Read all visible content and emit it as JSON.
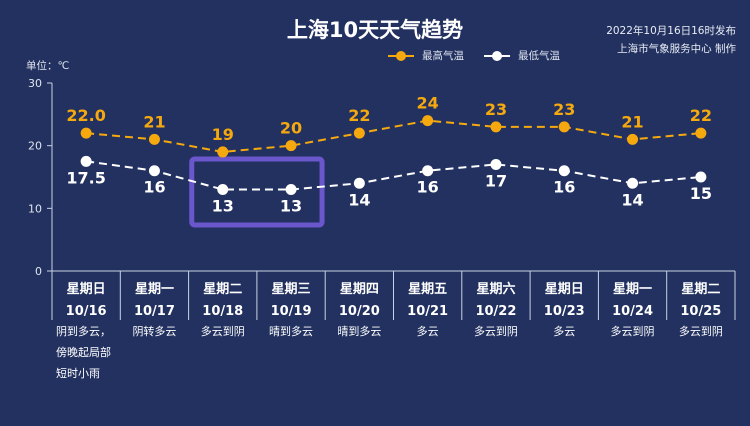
{
  "header": {
    "title": "上海10天天气趋势",
    "publish_time": "2022年10月16日16时发布",
    "producer": "上海市气象服务中心 制作",
    "unit": "单位：℃"
  },
  "legend": [
    {
      "label": "最高气温",
      "color": "#f5a90f"
    },
    {
      "label": "最低气温",
      "color": "#ffffff"
    }
  ],
  "chart_data": {
    "type": "line",
    "title": "上海10天天气趋势",
    "ylabel": "单位：℃",
    "ylim": [
      0,
      30
    ],
    "yticks": [
      "0",
      "10",
      "20",
      "30"
    ],
    "categories": [
      {
        "weekday": "星期日",
        "date": "10/16",
        "weather": [
          "阴到多云，",
          "傍晚起局部",
          "短时小雨"
        ]
      },
      {
        "weekday": "星期一",
        "date": "10/17",
        "weather": [
          "阴转多云"
        ]
      },
      {
        "weekday": "星期二",
        "date": "10/18",
        "weather": [
          "多云到阴"
        ]
      },
      {
        "weekday": "星期三",
        "date": "10/19",
        "weather": [
          "晴到多云"
        ]
      },
      {
        "weekday": "星期四",
        "date": "10/20",
        "weather": [
          "晴到多云"
        ]
      },
      {
        "weekday": "星期五",
        "date": "10/21",
        "weather": [
          "多云"
        ]
      },
      {
        "weekday": "星期六",
        "date": "10/22",
        "weather": [
          "多云到阴"
        ]
      },
      {
        "weekday": "星期日",
        "date": "10/23",
        "weather": [
          "多云"
        ]
      },
      {
        "weekday": "星期一",
        "date": "10/24",
        "weather": [
          "多云到阴"
        ]
      },
      {
        "weekday": "星期二",
        "date": "10/25",
        "weather": [
          "多云到阴"
        ]
      }
    ],
    "series": [
      {
        "name": "最高气温",
        "color": "#f5a90f",
        "values": [
          22.0,
          21,
          19,
          20,
          22,
          24,
          23,
          23,
          21,
          22
        ],
        "labels": [
          "22.0",
          "21",
          "19",
          "20",
          "22",
          "24",
          "23",
          "23",
          "21",
          "22"
        ]
      },
      {
        "name": "最低气温",
        "color": "#ffffff",
        "values": [
          17.5,
          16,
          13,
          13,
          14,
          16,
          17,
          16,
          14,
          15
        ],
        "labels": [
          "17.5",
          "16",
          "13",
          "13",
          "14",
          "16",
          "17",
          "16",
          "14",
          "15"
        ]
      }
    ],
    "highlight": {
      "from_index": 2,
      "to_index": 3,
      "color": "#6b57cc"
    }
  }
}
